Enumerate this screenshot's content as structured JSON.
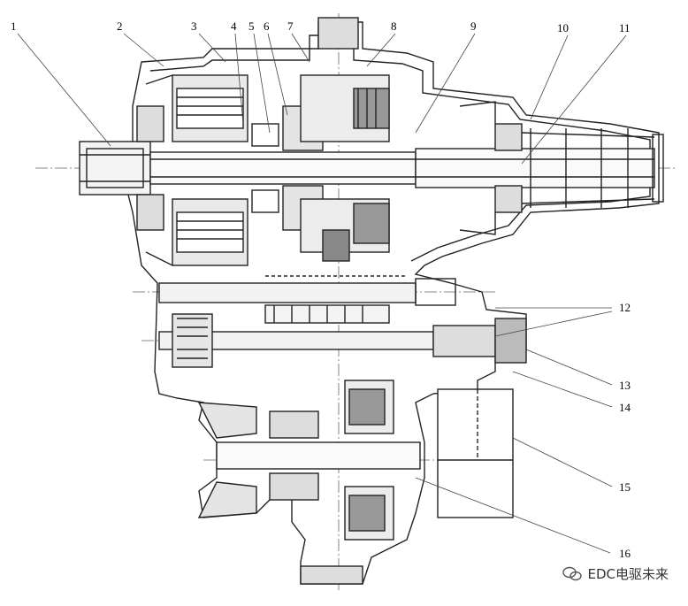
{
  "diagram": {
    "callouts": [
      "1",
      "2",
      "3",
      "4",
      "5",
      "6",
      "7",
      "8",
      "9",
      "10",
      "11",
      "12",
      "13",
      "14",
      "15",
      "16"
    ]
  },
  "watermark": {
    "text": "EDC电驱未来"
  }
}
